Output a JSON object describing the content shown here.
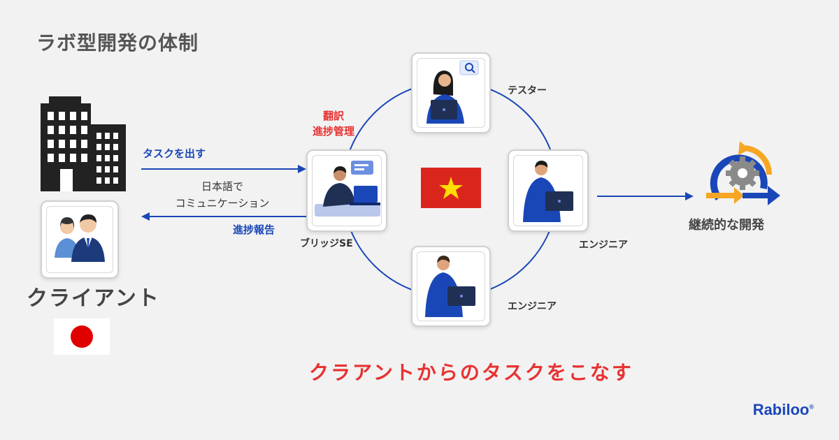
{
  "title": "ラボ型開発の体制",
  "client": {
    "label": "クライアント"
  },
  "arrows": {
    "send_task": "タスクを出す",
    "communication_line1": "日本語で",
    "communication_line2": "コミュニケーション",
    "report": "進捗報告"
  },
  "bridge": {
    "duty_line1": "翻訳",
    "duty_line2": "進捗管理",
    "label": "ブリッジSE"
  },
  "team": {
    "tester": "テスター",
    "engineer_right": "エンジニア",
    "engineer_bottom": "エンジニア"
  },
  "result": {
    "label": "継続的な開発"
  },
  "slogan": "クラアントからのタスクをこなす",
  "brand": {
    "name": "Rabiloo",
    "mark": "®"
  },
  "colors": {
    "accent_blue": "#1a47b8",
    "accent_red": "#e83232",
    "vietnam_red": "#da251d",
    "vietnam_star": "#ffde00",
    "japan_red": "#e00000",
    "orange": "#f5a623"
  }
}
